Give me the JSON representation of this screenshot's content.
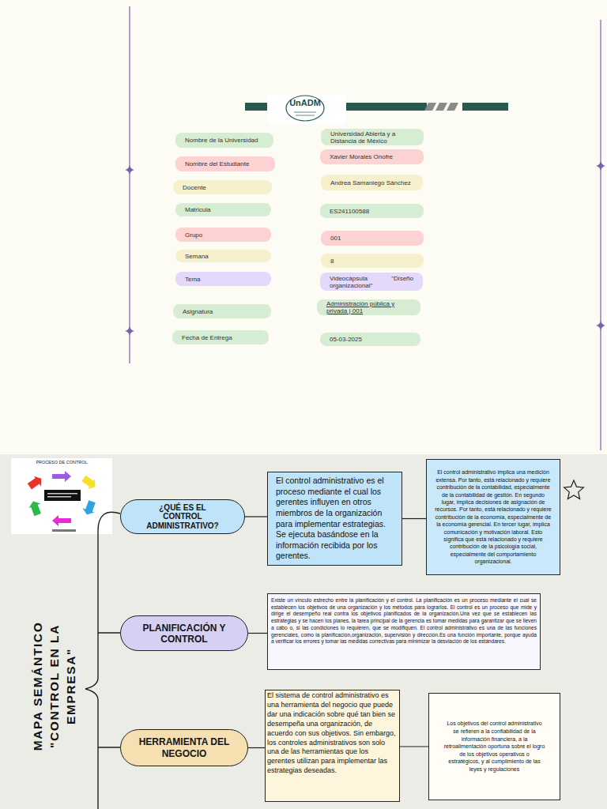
{
  "diagram": {
    "title": "MAPA SEMÁNTICO \"CONTROL EN LA EMPRESA\"",
    "nodes": [
      {
        "text": [
          "Nombre de la Universidad"
        ]
      },
      {
        "text": [
          "Universidad Abierta y a Distancia de México"
        ]
      },
      {
        "text": [
          "Nombre del Estudiante"
        ]
      },
      {
        "text": [
          "Xavier Morales Onofre"
        ]
      },
      {
        "text": [
          "Docente"
        ]
      },
      {
        "text": [
          "Andrea Samaniego Sánchez"
        ]
      },
      {
        "text": [
          "Matricula"
        ]
      },
      {
        "text": [
          "ES241100588"
        ]
      },
      {
        "text": [
          "Grupo"
        ]
      },
      {
        "text": [
          "001"
        ]
      },
      {
        "text": [
          "Semana"
        ]
      },
      {
        "text": [
          "8"
        ]
      },
      {
        "text": [
          "Tema"
        ]
      },
      {
        "text": [
          "Videocápsula \"Diseño organizacional\""
        ]
      },
      {
        "text": [
          "Asignatura"
        ]
      },
      {
        "text": [
          "Administración pública y privada | 001"
        ]
      },
      {
        "text": [
          "Fecha de Entrega"
        ]
      },
      {
        "text": [
          "05-03-2025"
        ]
      },
      {
        "text": [
          "¿QUÉ ES EL CONTROL ADMINISTRATIVO?"
        ]
      },
      {
        "text": [
          "El control administrativo es el proceso mediante el cual los gerentes influyen en otros miembros de la organización para implementar estrategias. Se ejecuta basándose en la información recibida por los gerentes."
        ]
      },
      {
        "text": [
          "El control administrativo implica una medición extensa. Por tanto, está relacionado y requiere contribución de la contabilidad, especialmente de la contabilidad de gestión. En segundo lugar, implica decisiones de asignación de recursos. Por tanto, está relacionado y requiere contribución de la economía, especialmente de la economía gerencial. En tercer lugar, implica comunicación y motivación laboral. Esto significa que está relacionado y requiere contribución de la psicología social, especialmente del comportamiento organizacional."
        ]
      },
      {
        "text": [
          "PLANIFICACIÓN Y CONTROL"
        ]
      },
      {
        "text": [
          "Existe un vínculo estrecho entre la planificación y el control. La planificación es un proceso mediante el cual se establecen los objetivos de una organización y los métodos para lograrlos. El control es un proceso que mide y dirige el desempeño real contra los objetivos planificados de la organización.Una vez que se establecen las estrategias y se hacen los planes, la tarea principal de la gerencia es tomar medidas para garantizar que se lleven a cabo o, si las condiciones lo requieren, que se modifiquen. El control administrativo es una de las funciones gerenciales, como la planificación,organización, supervisión y dirección.Es una función importante, porque ayuda a verificar los errores y tomar las medidas correctivas para minimizar la desviación de los estándares."
        ]
      },
      {
        "text": [
          "HERRAMIENTA DEL NEGOCIO"
        ]
      },
      {
        "text": [
          "El sistema de control administrativo es una herramienta del negocio que puede dar una indicación sobre qué tan bien se desempeña una organización, de acuerdo con sus objetivos. Sin embargo, los controles administrativos son solo una de las herramientas que los gerentes utilizan para implementar las estrategias deseadas."
        ]
      },
      {
        "text": [
          "Los objetivos del control administrativo se refieren a la confiabilidad de la información financiera, a la retroalimentación oportuna sobre el logro de los objetivos operativos o estratégicos, y al cumplimiento de las leyes y regulaciones"
        ]
      }
    ],
    "edges": [
      {
        "from": 18,
        "to": 19,
        "arrow": "none"
      },
      {
        "from": 19,
        "to": 20,
        "arrow": "none"
      },
      {
        "from": 21,
        "to": 22,
        "arrow": "none"
      },
      {
        "from": 23,
        "to": 24,
        "arrow": "none"
      },
      {
        "from": 24,
        "to": 25,
        "arrow": "none"
      }
    ],
    "labels": [
      "UnADM",
      "PROCESO DE CONTROL"
    ]
  }
}
